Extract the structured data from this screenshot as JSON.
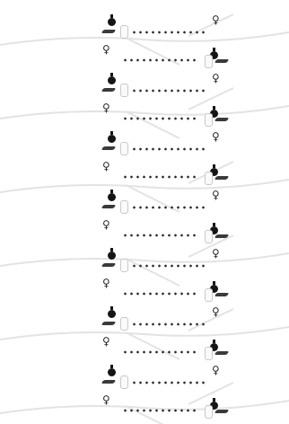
{
  "scene": {
    "description_icon": "airplane-pattern",
    "accent": "#1f1f1f",
    "ghost": "#e3e3e3",
    "rows": [
      {
        "side": "left"
      },
      {
        "side": "right"
      },
      {
        "side": "left"
      },
      {
        "side": "right"
      },
      {
        "side": "left"
      },
      {
        "side": "right"
      },
      {
        "side": "left"
      },
      {
        "side": "right"
      },
      {
        "side": "left"
      },
      {
        "side": "right"
      },
      {
        "side": "left"
      },
      {
        "side": "right"
      },
      {
        "side": "left"
      },
      {
        "side": "right"
      }
    ]
  }
}
